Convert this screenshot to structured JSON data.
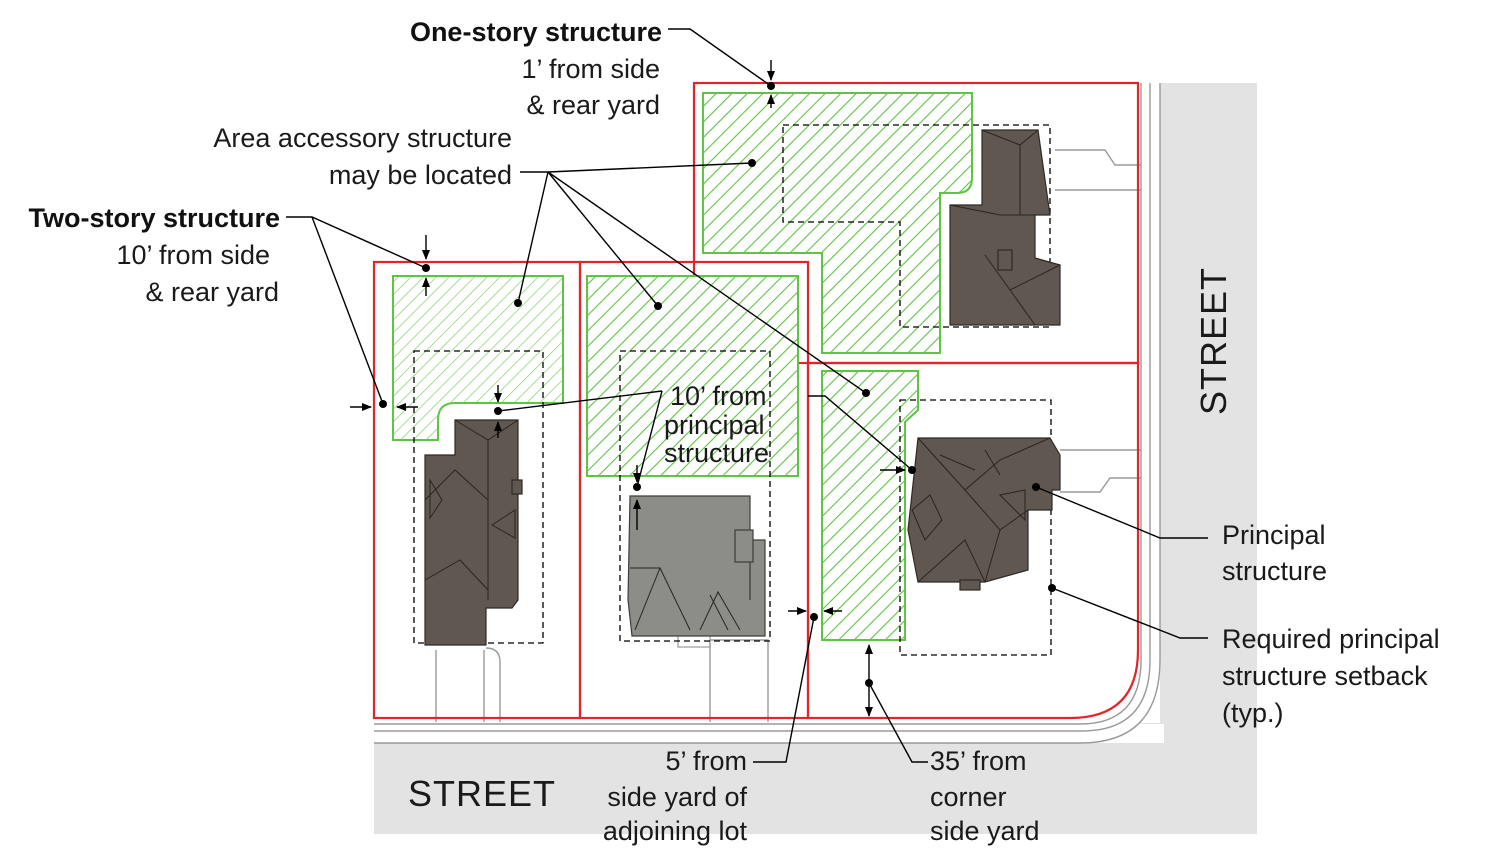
{
  "labels": {
    "one_story_title": "One-story structure",
    "one_story_line1": "1’ from side",
    "one_story_line2": "& rear yard",
    "area_line1": "Area accessory structure",
    "area_line2": "may be located",
    "two_story_title": "Two-story structure",
    "two_story_line1": "10’ from side",
    "two_story_line2": "& rear yard",
    "principal_dist_line1": "10’ from",
    "principal_dist_line2": "principal",
    "principal_dist_line3": "structure",
    "principal_line1": "Principal",
    "principal_line2": "structure",
    "setback_line1": "Required principal",
    "setback_line2": "structure setback",
    "setback_line3": "(typ.)",
    "side_adjoin_line1": "5’ from",
    "side_adjoin_line2": "side yard of",
    "side_adjoin_line3": "adjoining lot",
    "corner_line1": "35’ from",
    "corner_line2": "corner",
    "corner_line3": "side yard",
    "street_bottom": "STREET",
    "street_right": "STREET"
  },
  "colors": {
    "lot_line": "#e0262b",
    "accessory_hatch": "#5ec443",
    "street_fill": "#e3e3e3",
    "house_dark": "#5f5750",
    "house_grey": "#8c8c88"
  }
}
